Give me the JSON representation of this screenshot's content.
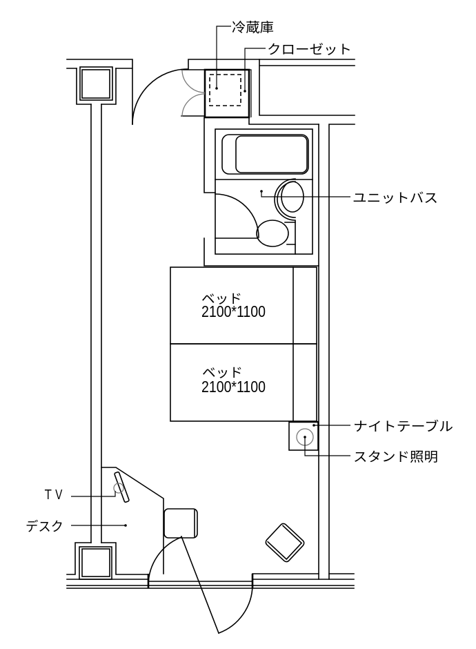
{
  "labels": {
    "refrigerator": "冷蔵庫",
    "closet": "クローゼット",
    "unit_bath": "ユニットバス",
    "night_table": "ナイトテーブル",
    "stand_light": "スタンド照明",
    "tv": "ＴＶ",
    "desk": "デスク"
  },
  "beds": [
    {
      "name": "ベッド",
      "size": "2100*1100"
    },
    {
      "name": "ベッド",
      "size": "2100*1100"
    }
  ],
  "colors": {
    "line": "#000000",
    "secondary_line": "#7a7a7a",
    "background": "#ffffff"
  }
}
